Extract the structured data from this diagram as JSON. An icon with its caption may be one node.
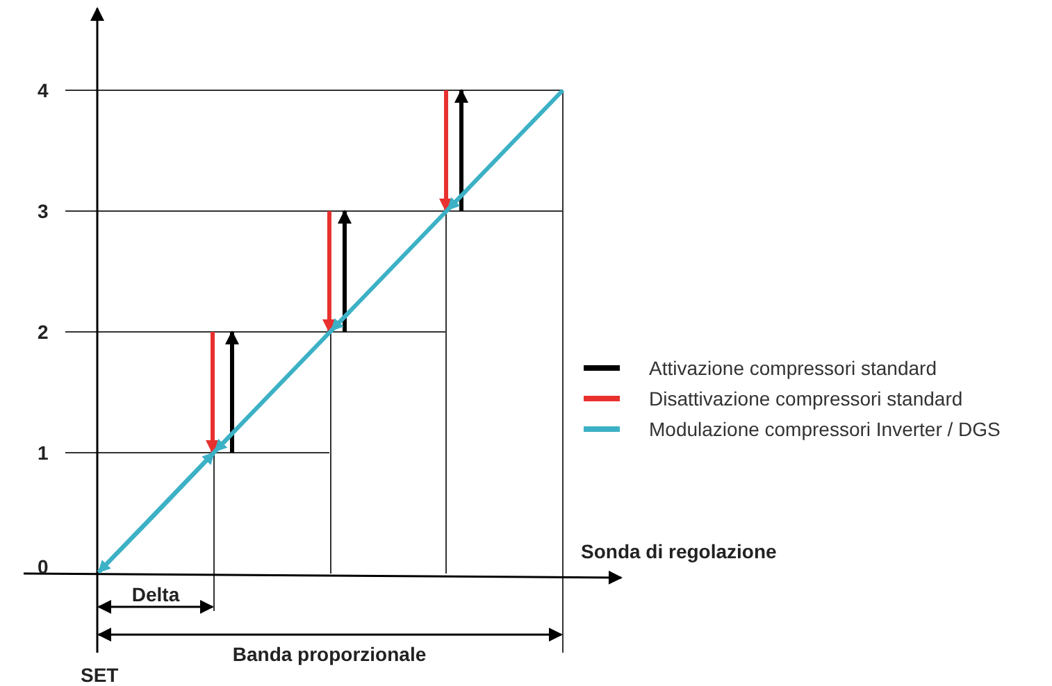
{
  "diagram": {
    "labels": [
      "4",
      "3",
      "2",
      "1",
      "0",
      "Sonda di regolazione",
      "Delta",
      "Banda proporzionale",
      "SET"
    ],
    "legend": [
      {
        "text": "Attivazione compressori standard",
        "color": "#000000"
      },
      {
        "text": "Disattivazione compressori standard",
        "color": "#e8312f"
      },
      {
        "text": "Modulazione compressori Inverter / DGS",
        "color": "#3cb1c6"
      }
    ]
  }
}
